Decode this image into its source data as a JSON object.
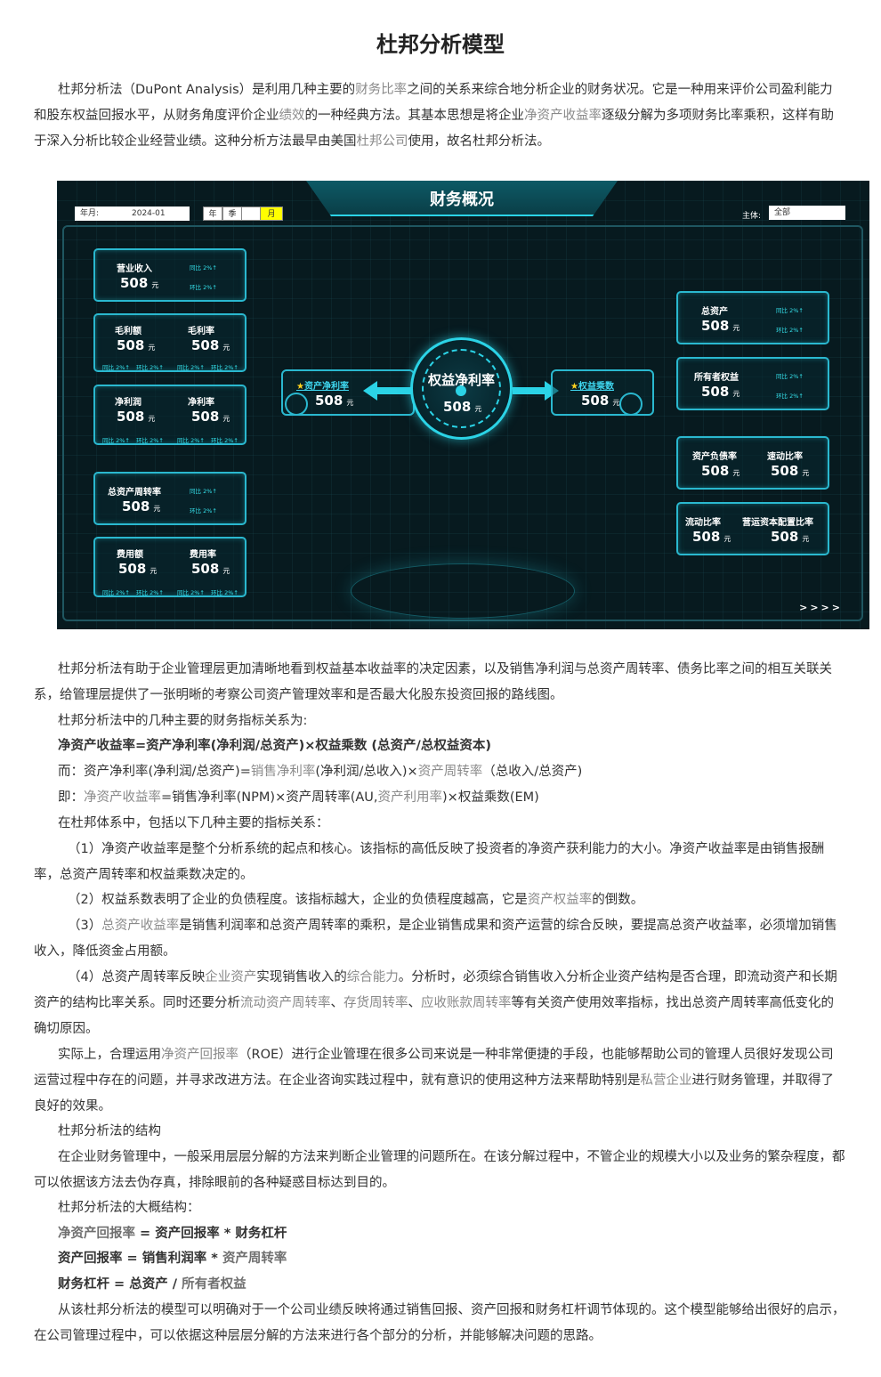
{
  "title": "杜邦分析模型",
  "intro": {
    "p1_a": "杜邦分析法（DuPont Analysis）是利用几种主要的",
    "p1_link1": "财务比率",
    "p1_b": "之间的关系来综合地分析企业的财务状况。它是一种用来评价公司盈利能力和股东权益回报水平，从财务角度评价企业",
    "p1_link2": "绩效",
    "p1_c": "的一种经典方法。其基本思想是将企业",
    "p1_link3": "净资产收益率",
    "p1_d": "逐级分解为多项财务比率乘积，这样有助于深入分析比较企业经营业绩。这种分析方法最早由美国",
    "p1_link4": "杜邦公司",
    "p1_e": "使用，故名杜邦分析法。"
  },
  "dashboard": {
    "title": "财务概况",
    "year_month_label": "年月:",
    "year_month_value": "2024-01",
    "period_options": [
      "年",
      "季",
      "月"
    ],
    "period_active": "月",
    "subject_label": "主体:",
    "subject_value": "全部",
    "value": "508",
    "unit": "元",
    "yoy": "同比 2%↑",
    "mom": "环比 2%↑",
    "left_cards": [
      {
        "labels": [
          "营业收入"
        ]
      },
      {
        "labels": [
          "毛利额",
          "毛利率"
        ]
      },
      {
        "labels": [
          "净利润",
          "净利率"
        ]
      },
      {
        "labels": [
          "总资产周转率"
        ]
      },
      {
        "labels": [
          "费用额",
          "费用率"
        ]
      }
    ],
    "right_cards": [
      {
        "labels": [
          "总资产"
        ]
      },
      {
        "labels": [
          "所有者权益"
        ]
      },
      {
        "labels": [
          "资产负债率",
          "速动比率"
        ]
      },
      {
        "labels": [
          "流动比率",
          "营运资本配置比率"
        ]
      }
    ],
    "center_label": "权益净利率",
    "left_link": "资产净利率",
    "right_link": "权益乘数",
    "star": "★",
    "chevrons": ">>>>"
  },
  "body": {
    "p2": "杜邦分析法有助于企业管理层更加清晰地看到权益基本收益率的决定因素，以及销售净利润与总资产周转率、债务比率之间的相互关联关系，给管理层提供了一张明晰的考察公司资产管理效率和是否最大化股东投资回报的路线图。",
    "p3": "杜邦分析法中的几种主要的财务指标关系为:",
    "f1": "净资产收益率=资产净利率(净利润/总资产)×权益乘数 (总资产/总权益资本)",
    "f2_a": "而：资产净利率(净利润/总资产)=",
    "f2_link1": "销售净利率",
    "f2_b": "(净利润/总收入)×",
    "f2_link2": "资产周转率",
    "f2_c": "（总收入/总资产)",
    "f3_a": "即：",
    "f3_link1": "净资产收益率",
    "f3_b": "=销售净利率(NPM)×资产周转率(AU,",
    "f3_link2": "资产利用率",
    "f3_c": ")×权益乘数(EM)",
    "p4": "在杜邦体系中，包括以下几种主要的指标关系：",
    "i1": "（1）净资产收益率是整个分析系统的起点和核心。该指标的高低反映了投资者的净资产获利能力的大小。净资产收益率是由销售报酬率，总资产周转率和权益乘数决定的。",
    "i2_a": "（2）权益系数表明了企业的负债程度。该指标越大，企业的负债程度越高，它是",
    "i2_link": "资产权益率",
    "i2_b": "的倒数。",
    "i3_a": "（3）",
    "i3_link": "总资产收益率",
    "i3_b": "是销售利润率和总资产周转率的乘积，是企业销售成果和资产运营的综合反映，要提高总资产收益率，必须增加销售收入，降低资金占用额。",
    "i4_a": "（4）总资产周转率反映",
    "i4_link1": "企业资产",
    "i4_b": "实现销售收入的",
    "i4_link2": "综合能力",
    "i4_c": "。分析时，必须综合销售收入分析企业资产结构是否合理，即流动资产和长期资产的结构比率关系。同时还要分析",
    "i4_link3": "流动资产周转率",
    "i4_d": "、",
    "i4_link4": "存货周转率",
    "i4_e": "、",
    "i4_link5": "应收账款周转率",
    "i4_f": "等有关资产使用效率指标，找出总资产周转率高低变化的确切原因。",
    "p5_a": "实际上，合理运用",
    "p5_link1": "净资产回报率",
    "p5_b": "（ROE）进行企业管理在很多公司来说是一种非常便捷的手段，也能够帮助公司的管理人员很好发现公司运营过程中存在的问题，并寻求改进方法。在企业咨询实践过程中，就有意识的使用这种方法来帮助特别是",
    "p5_link2": "私营企业",
    "p5_c": "进行财务管理，并取得了良好的效果。",
    "p6": "杜邦分析法的结构",
    "p7": "在企业财务管理中，一般采用层层分解的方法来判断企业管理的问题所在。在该分解过程中，不管企业的规模大小以及业务的繁杂程度，都可以依据该方法去伪存真，排除眼前的各种疑惑目标达到目的。",
    "p8": "杜邦分析法的大概结构：",
    "s1_link": "净资产回报率",
    "s1_b": " = 资产回报率 * 财务杠杆",
    "s2_a": "资产回报率 = 销售利润率 * ",
    "s2_link": "资产周转率",
    "s3_a": "财务杠杆 = 总资产 / ",
    "s3_link": "所有者权益",
    "p9": "从该杜邦分析法的模型可以明确对于一个公司业绩反映将通过销售回报、资产回报和财务杠杆调节体现的。这个模型能够给出很好的启示，在公司管理过程中，可以依据这种层层分解的方法来进行各个部分的分析，并能够解决问题的思路。"
  }
}
